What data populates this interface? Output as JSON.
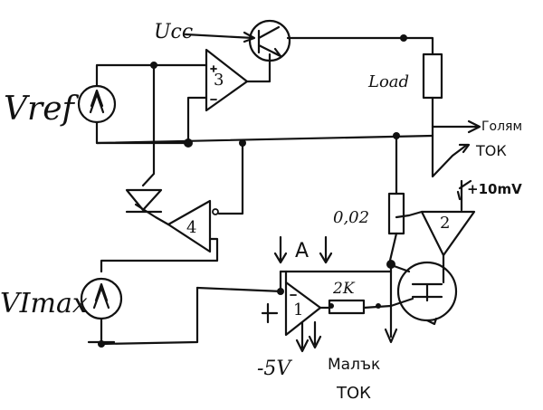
{
  "labels": {
    "vref": "Vref",
    "vimax": "VImax",
    "ucc": "Ucc",
    "load": "Load",
    "golyam": "Голям",
    "tok_top": "ТОК",
    "plus10": "+10mV",
    "r002": "0,02",
    "r2k": "2K",
    "a": "A",
    "minus5": "-5V",
    "malak": "Малък",
    "tok_bottom": "ТОК",
    "op1": "1",
    "op2": "2",
    "op3": "3",
    "op4": "4"
  },
  "colors": {
    "ink": "#111111",
    "paper": "#ffffff"
  }
}
